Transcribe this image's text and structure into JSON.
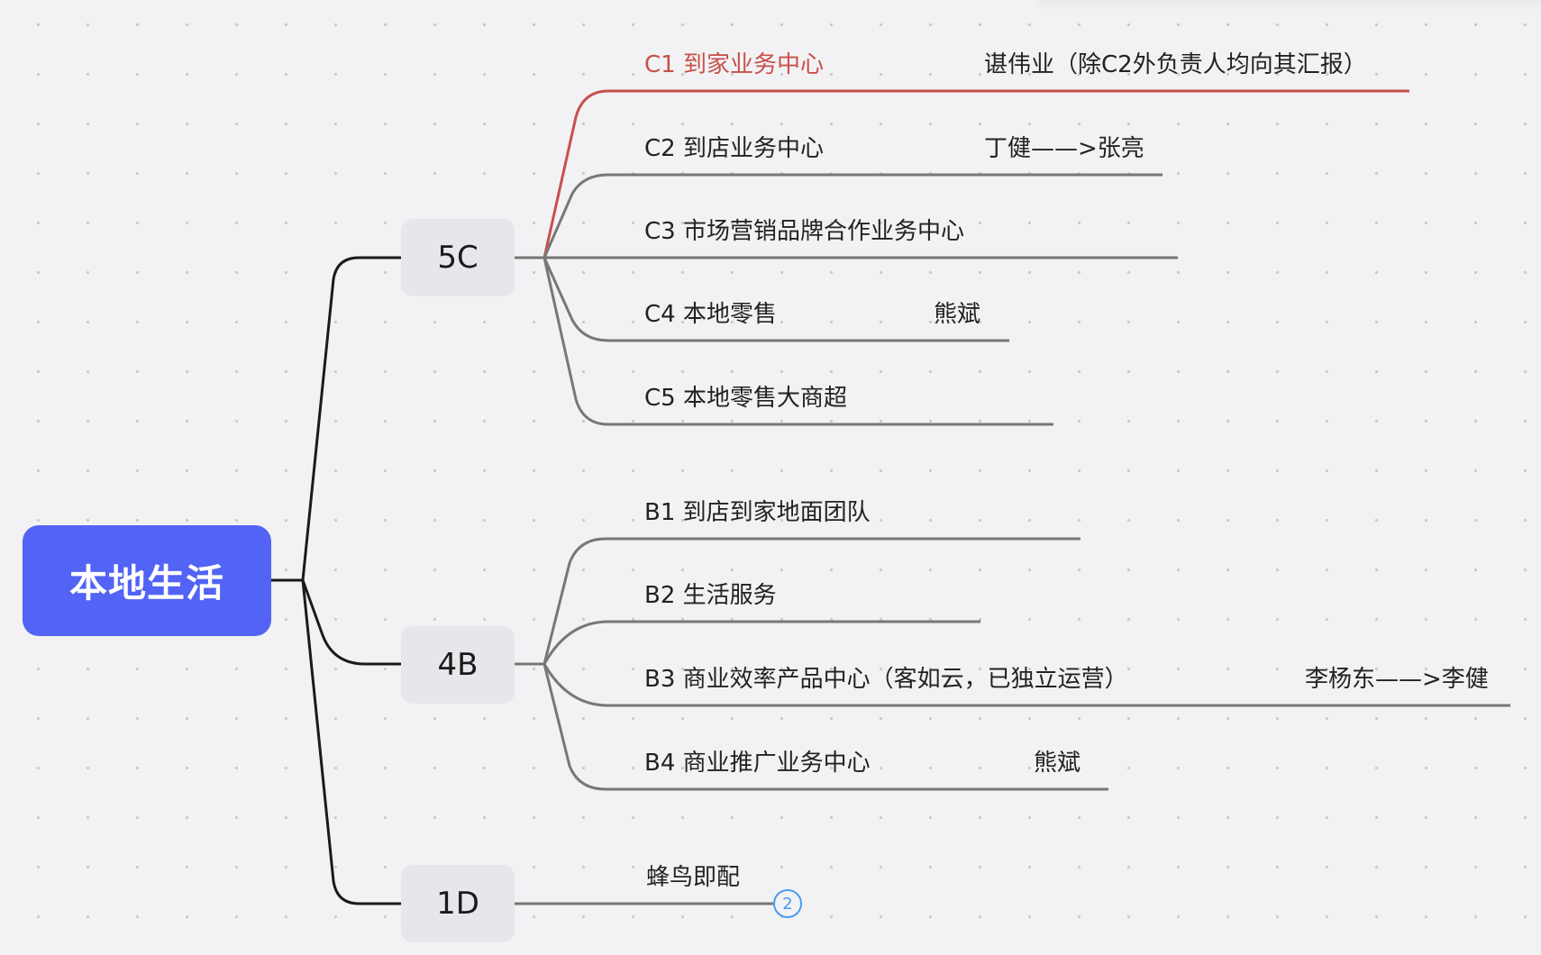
{
  "root": {
    "label": "本地生活",
    "color": "#5263f5"
  },
  "groups": [
    {
      "label": "5C",
      "children": [
        {
          "label": "C1 到家业务中心",
          "note": "谌伟业（除C2外负责人均向其汇报）",
          "highlighted": true
        },
        {
          "label": "C2 到店业务中心",
          "note": "丁健——>张亮"
        },
        {
          "label": "C3 市场营销品牌合作业务中心",
          "note": ""
        },
        {
          "label": "C4 本地零售",
          "note": "熊斌"
        },
        {
          "label": "C5 本地零售大商超",
          "note": ""
        }
      ]
    },
    {
      "label": "4B",
      "children": [
        {
          "label": "B1 到店到家地面团队",
          "note": ""
        },
        {
          "label": "B2 生活服务",
          "note": ""
        },
        {
          "label": "B3 商业效率产品中心（客如云，已独立运营）",
          "note": "李杨东——>李健"
        },
        {
          "label": "B4 商业推广业务中心",
          "note": "熊斌"
        }
      ]
    },
    {
      "label": "1D",
      "children": [
        {
          "label": "蜂鸟即配",
          "note": "",
          "collapsed_count": "2"
        }
      ]
    }
  ],
  "colors": {
    "highlight": "#c8504a",
    "branch": "#777777",
    "trunk": "#1a1a1a",
    "badge": "#4a9cf0"
  }
}
